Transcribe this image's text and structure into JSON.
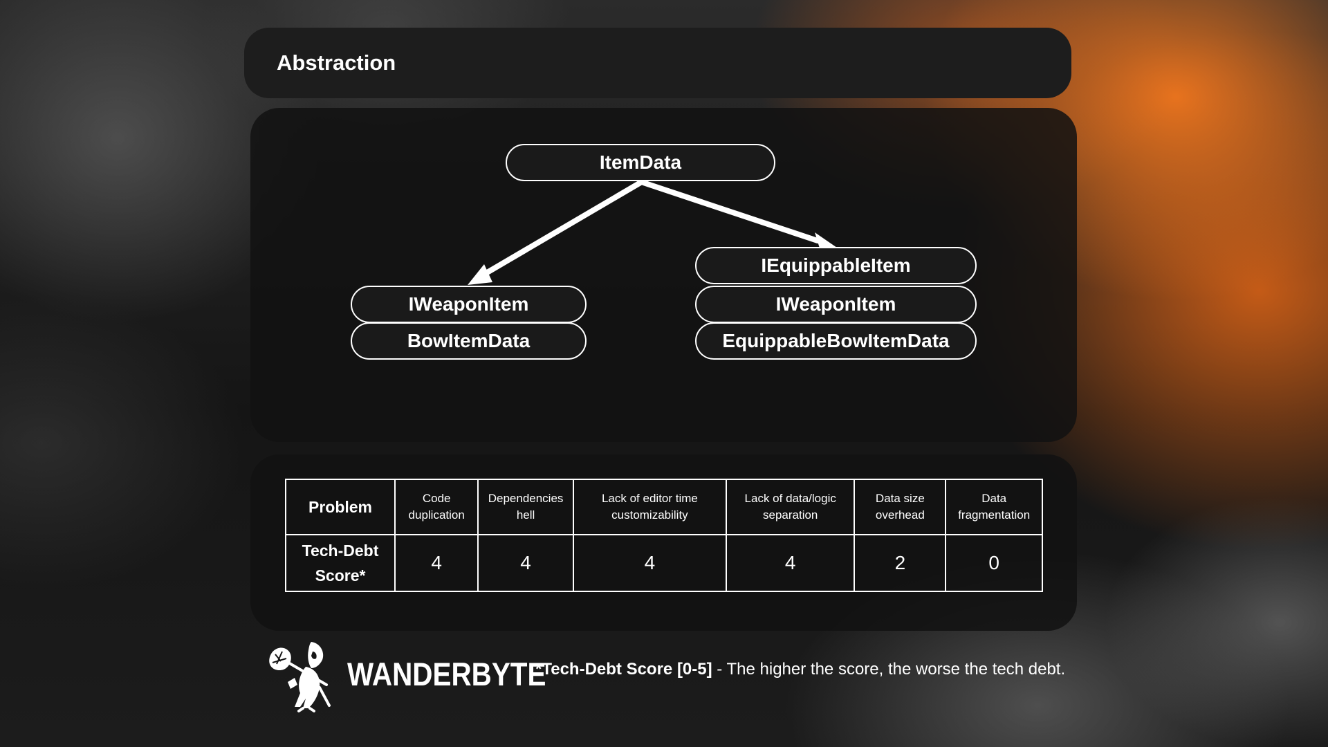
{
  "slide": {
    "title": "Abstraction"
  },
  "diagram": {
    "root": "ItemData",
    "left_stack": [
      "IWeaponItem",
      "BowItemData"
    ],
    "right_stack": [
      "IEquippableItem",
      "IWeaponItem",
      "EquippableBowItemData"
    ]
  },
  "table": {
    "row_header_problem": "Problem",
    "row_header_score": "Tech-Debt Score*",
    "problems": [
      "Code duplication",
      "Dependencies hell",
      "Lack of editor time customizability",
      "Lack of data/logic separation",
      "Data size overhead",
      "Data fragmentation"
    ],
    "scores": [
      "4",
      "4",
      "4",
      "4",
      "2",
      "0"
    ]
  },
  "footer": {
    "brand": "WANDERBYTE",
    "logo_icon": "wanderer-icon",
    "footnote_bold": "*Tech-Debt Score [0-5]",
    "footnote_rest": " - The higher the score, the worse the tech debt."
  },
  "colors": {
    "accent": "#f07a1e",
    "panel": "#161616",
    "text": "#ffffff"
  }
}
